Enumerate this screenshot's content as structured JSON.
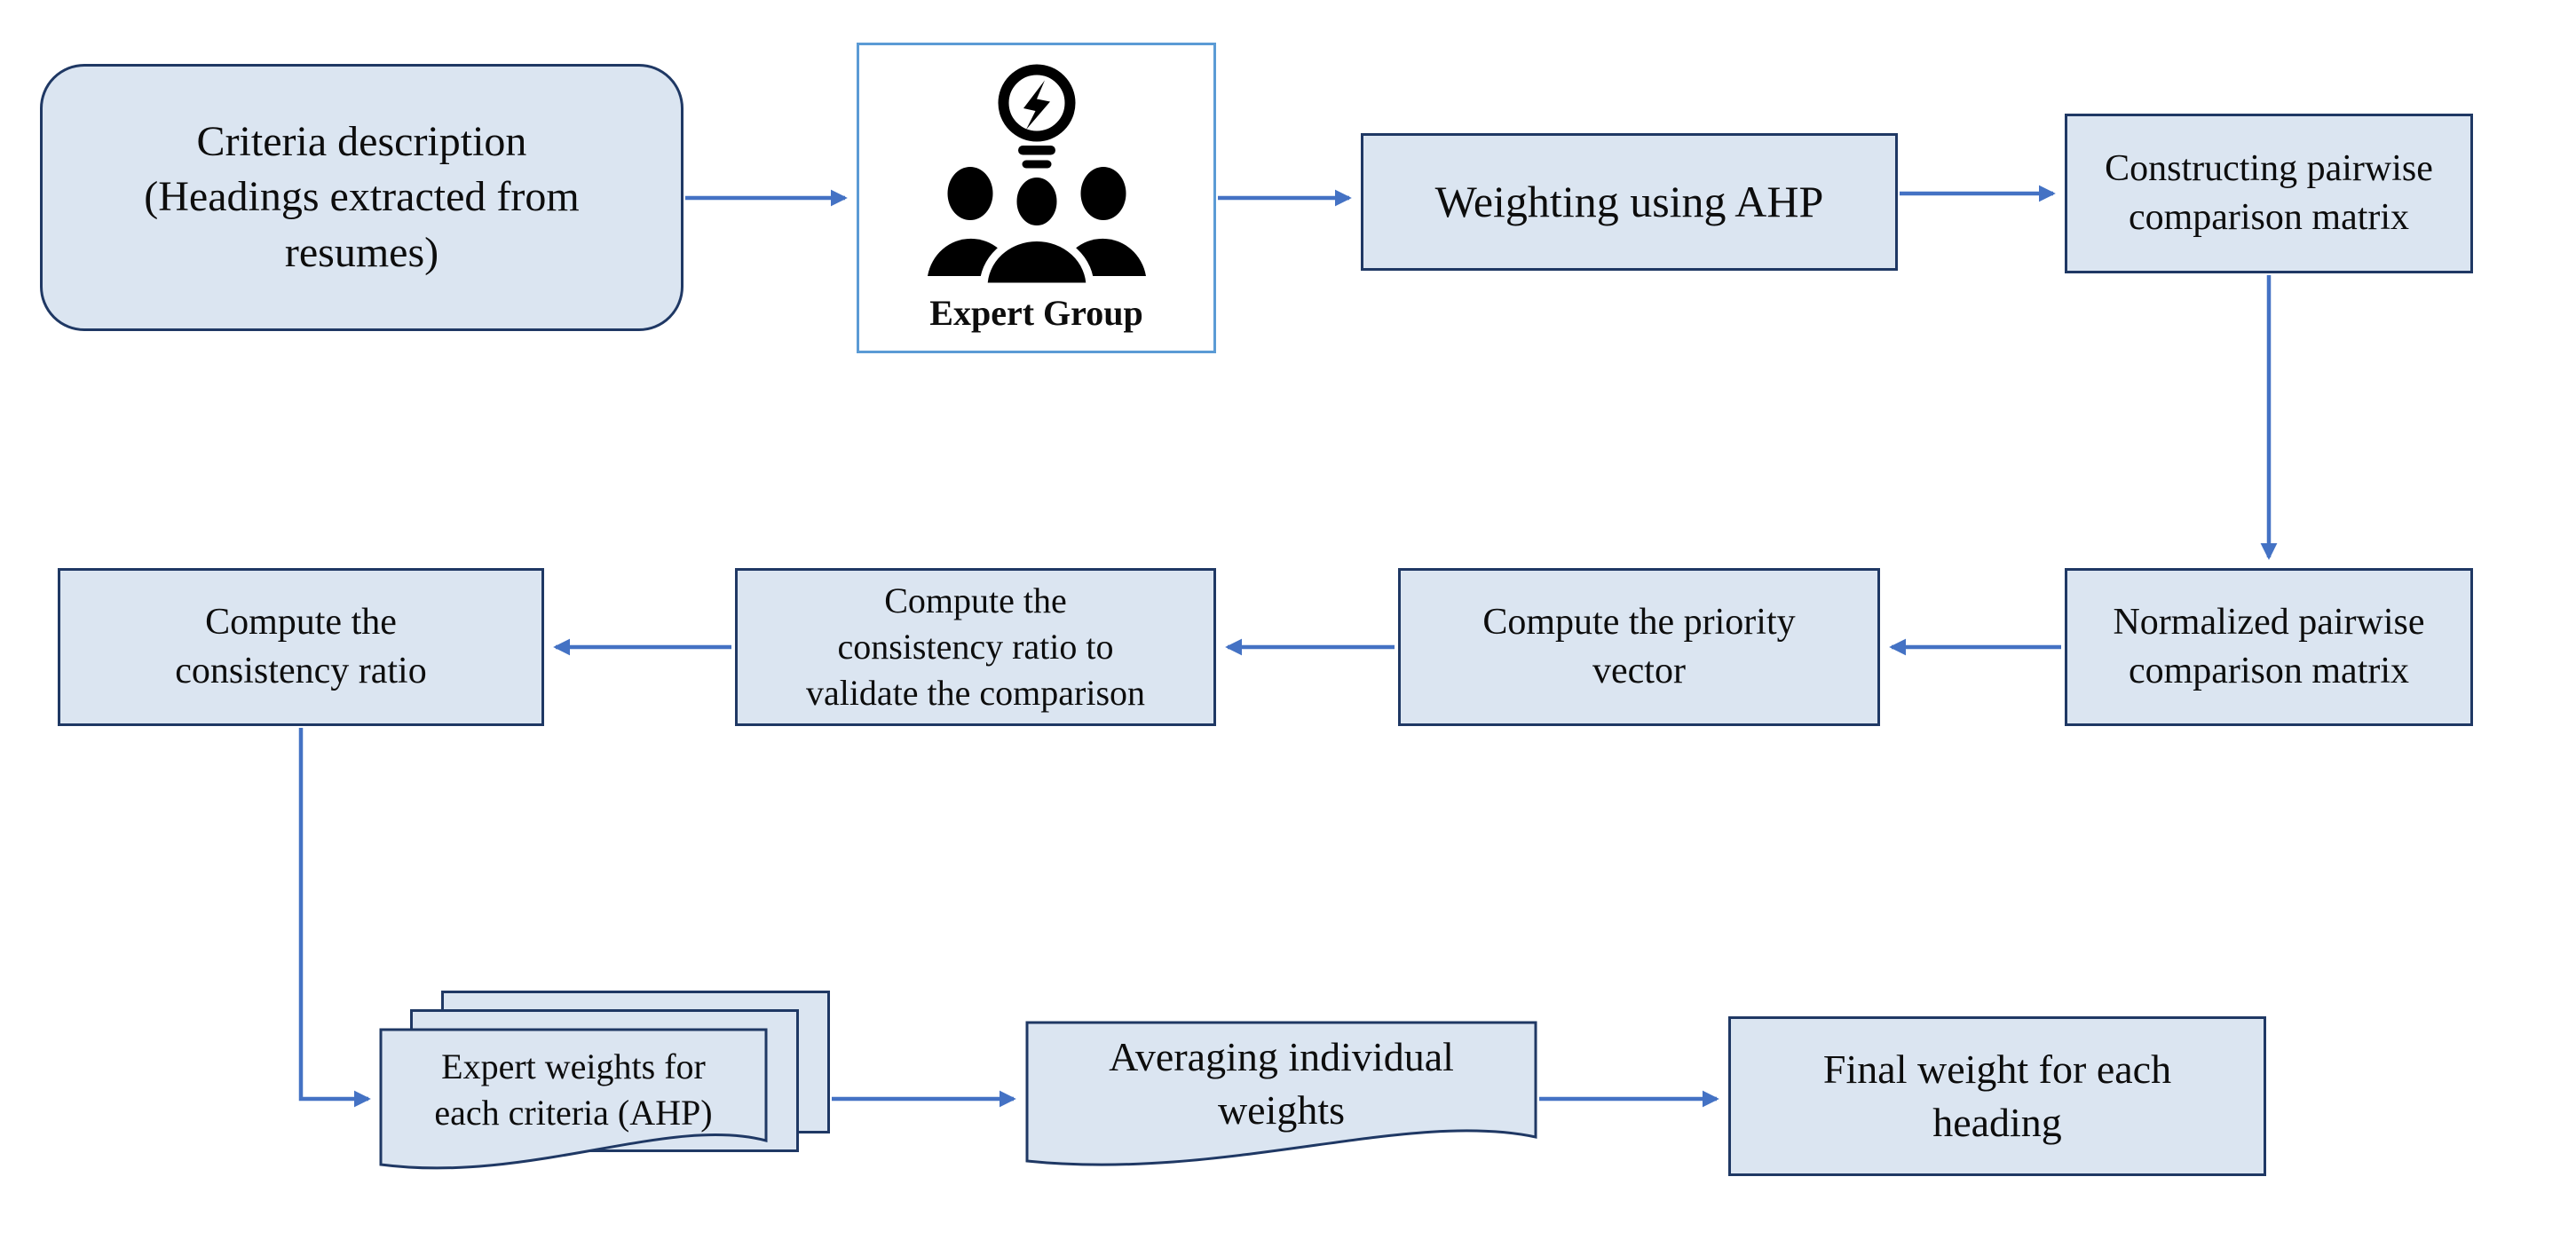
{
  "title": "AHP criteria weighting flowchart",
  "theme": {
    "node_fill": "#dbe5f1",
    "node_border": "#1f3864",
    "arrow_color": "#4472c4",
    "expert_border": "#5b9bd5",
    "icon_color": "#000000",
    "text_color": "#0d0d0d",
    "background": "#ffffff"
  },
  "nodes": {
    "criteria": {
      "label": "Criteria description\n(Headings extracted from\nresumes)",
      "shape": "rounded-rectangle"
    },
    "expert_group": {
      "label": "Expert Group",
      "shape": "image-box",
      "icon": "expert-group-lightbulb-icon"
    },
    "weighting": {
      "label": "Weighting using AHP",
      "shape": "rectangle"
    },
    "constructing": {
      "label": "Constructing pairwise\ncomparison matrix",
      "shape": "rectangle"
    },
    "normalized": {
      "label": "Normalized pairwise\ncomparison matrix",
      "shape": "rectangle"
    },
    "priority": {
      "label": "Compute the priority\nvector",
      "shape": "rectangle"
    },
    "validate": {
      "label": "Compute the\nconsistency ratio to\nvalidate the comparison",
      "shape": "rectangle"
    },
    "consistency": {
      "label": "Compute the\nconsistency ratio",
      "shape": "rectangle"
    },
    "expert_weights": {
      "label": "Expert weights for\neach criteria (AHP)",
      "shape": "document-stack"
    },
    "averaging": {
      "label": "Averaging individual\nweights",
      "shape": "document"
    },
    "final": {
      "label": "Final weight for each\nheading",
      "shape": "rectangle"
    }
  },
  "edges": [
    {
      "from": "criteria",
      "to": "expert_group",
      "direction": "right"
    },
    {
      "from": "expert_group",
      "to": "weighting",
      "direction": "right"
    },
    {
      "from": "weighting",
      "to": "constructing",
      "direction": "right"
    },
    {
      "from": "constructing",
      "to": "normalized",
      "direction": "down"
    },
    {
      "from": "normalized",
      "to": "priority",
      "direction": "left"
    },
    {
      "from": "priority",
      "to": "validate",
      "direction": "left"
    },
    {
      "from": "validate",
      "to": "consistency",
      "direction": "left"
    },
    {
      "from": "consistency",
      "to": "expert_weights",
      "direction": "down-right"
    },
    {
      "from": "expert_weights",
      "to": "averaging",
      "direction": "right"
    },
    {
      "from": "averaging",
      "to": "final",
      "direction": "right"
    }
  ]
}
